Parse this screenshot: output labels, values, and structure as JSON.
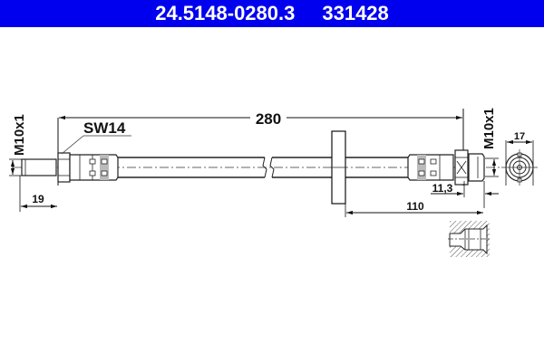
{
  "header": {
    "part_number": "24.5148-0280.3",
    "article_number": "331428",
    "background_color": "#0000ee",
    "text_color": "#ffffff"
  },
  "drawing": {
    "overall_length": "280",
    "left_thread": "M10x1",
    "left_wrench_size": "SW14",
    "left_thread_length": "19",
    "right_thread": "M10x1",
    "right_hex_width": "17",
    "right_offset": "11,3",
    "bracket_distance": "110"
  }
}
